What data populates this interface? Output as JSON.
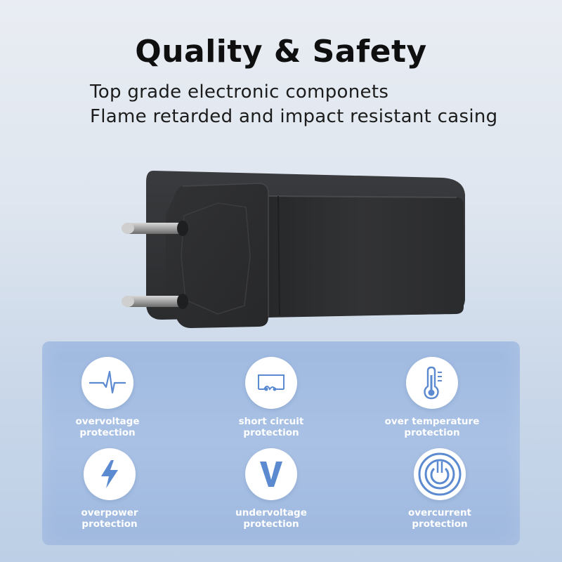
{
  "header": {
    "title": "Quality & Safety",
    "line1": "Top grade electronic componets",
    "line2": "Flame retarded and impact resistant casing"
  },
  "product": {
    "icon": "eu-plug-charger-icon"
  },
  "features": [
    {
      "line1": "overvoltage",
      "line2": "protection",
      "icon": "voltage-spike-icon"
    },
    {
      "line1": "short circuit",
      "line2": "protection",
      "icon": "short-circuit-icon"
    },
    {
      "line1": "over temperature",
      "line2": "protection",
      "icon": "thermometer-icon"
    },
    {
      "line1": "overpower",
      "line2": "protection",
      "icon": "lightning-icon"
    },
    {
      "line1": "undervoltage",
      "line2": "protection",
      "icon": "letter-v-icon"
    },
    {
      "line1": "overcurrent",
      "line2": "protection",
      "icon": "power-button-icon"
    }
  ],
  "colors": {
    "accent": "#5b8ad1",
    "panel": "#a6bfe3",
    "label_text": "#ffffff",
    "product": "#2b2c2e"
  }
}
